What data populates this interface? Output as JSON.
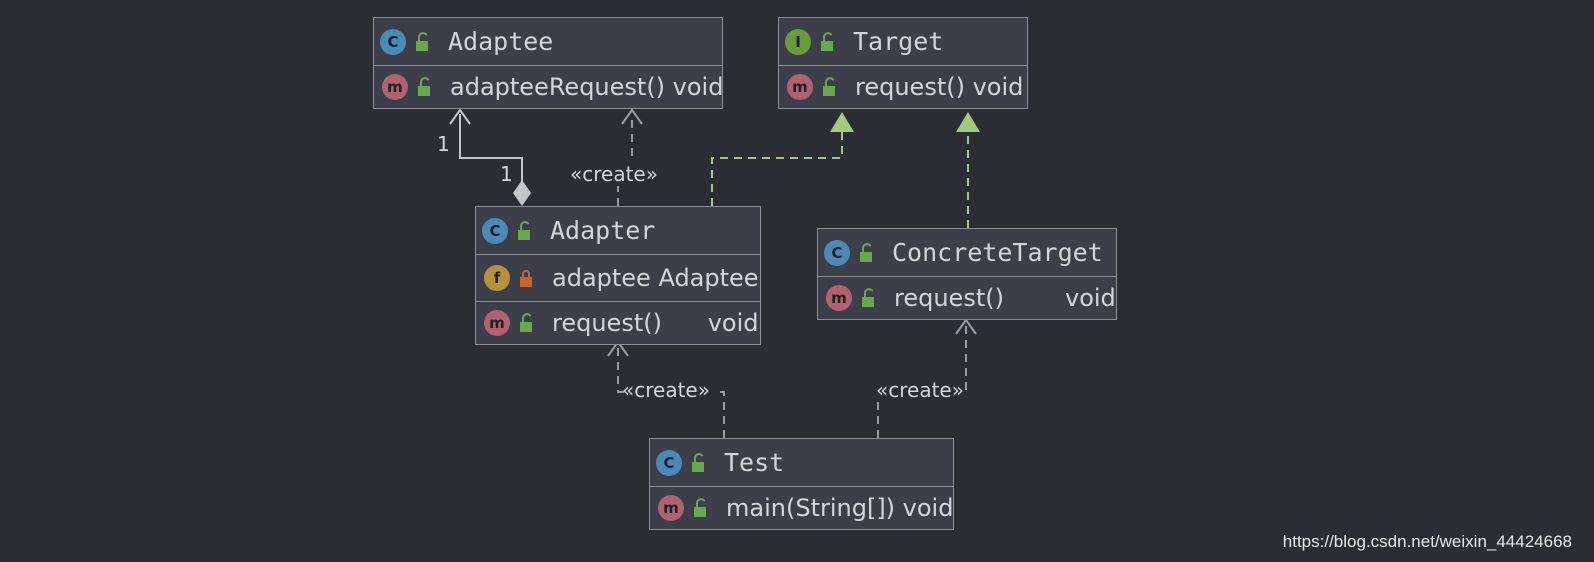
{
  "classes": {
    "adaptee": {
      "kind": "C",
      "name": "Adaptee",
      "members": [
        {
          "kind": "m",
          "text": "adapteeRequest() void"
        }
      ]
    },
    "target": {
      "kind": "I",
      "name": "Target",
      "members": [
        {
          "kind": "m",
          "text": "request() void"
        }
      ]
    },
    "adapter": {
      "kind": "C",
      "name": "Adapter",
      "members": [
        {
          "kind": "f",
          "text": "adaptee Adaptee"
        },
        {
          "kind": "m",
          "text": "request()      void"
        }
      ]
    },
    "concrete_target": {
      "kind": "C",
      "name": "ConcreteTarget",
      "members": [
        {
          "kind": "m",
          "text": "request()        void"
        }
      ]
    },
    "test": {
      "kind": "C",
      "name": "Test",
      "members": [
        {
          "kind": "m",
          "text": "main(String[]) void"
        }
      ]
    }
  },
  "relations": {
    "create_label": "«create»",
    "multiplicity_one": "1"
  },
  "colors": {
    "dependency": "#9a9da3",
    "realization": "#a3c97e",
    "composition": "#c4c6ca"
  },
  "watermark": "https://blog.csdn.net/weixin_44424668"
}
